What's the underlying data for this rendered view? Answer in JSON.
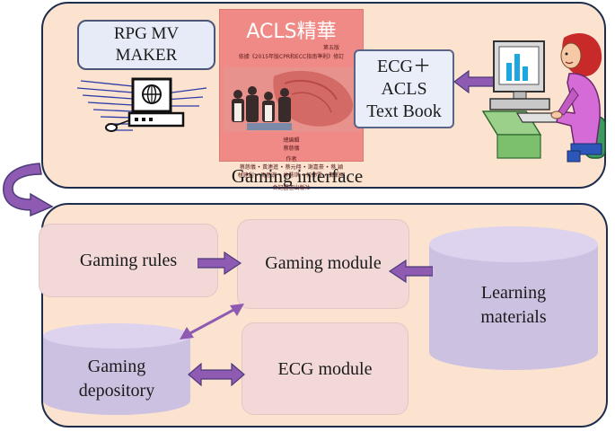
{
  "top_panel": {
    "caption": "Gaming interface",
    "rpg_box": {
      "line1": "RPG MV",
      "line2": "MAKER"
    },
    "ecg_book_box": {
      "line1": "ECG＋",
      "line2": "ACLS",
      "line3": "Text Book"
    },
    "book_cover": {
      "title": "ACLS精華",
      "edition": "第五版",
      "subtitle": "依據《2015年版CPR和ECC指南準則》修訂",
      "editor_label": "總編輯",
      "editor": "蔡慈儀",
      "authors_label": "作者",
      "authors_line1": "蔡慈儀 • 黃連進 • 蔡元翔 • 謝嘉豪 • 蔡  穎",
      "authors_line2": "林建利 • 馬思宏 • 林慧琪 • 何仰雪 • 鄭凱明",
      "publisher": "合記圖書出版社"
    }
  },
  "bottom_panel": {
    "gaming_rules": "Gaming rules",
    "gaming_module": "Gaming module",
    "ecg_module": "ECG module",
    "learning_materials": {
      "line1": "Learning",
      "line2": "materials"
    },
    "gaming_depository": {
      "line1": "Gaming",
      "line2": "depository"
    }
  },
  "colors": {
    "panel_fill": "#fbe3d0",
    "panel_border": "#1f2d4d",
    "module_box": "#f2d9d8",
    "cylinder": "#cfc4e4",
    "arrow": "#8e5ab2",
    "book_cover": "#ef8a86"
  },
  "icons": [
    "computer-globe-icon",
    "person-at-computer-icon",
    "curved-arrow-icon"
  ]
}
